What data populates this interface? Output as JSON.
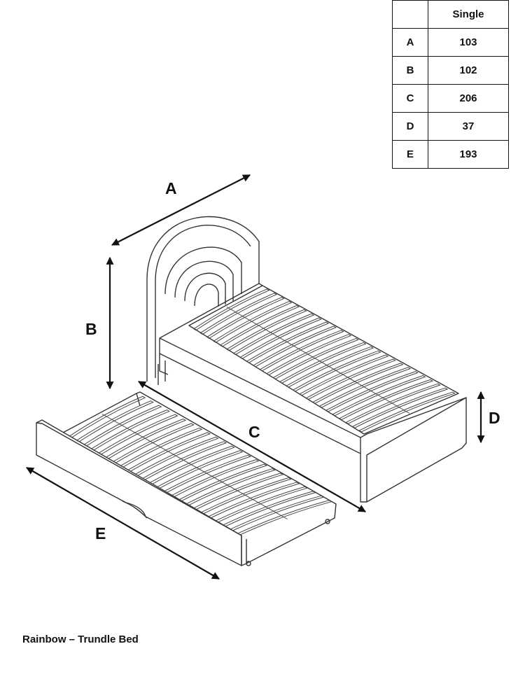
{
  "table": {
    "header": [
      "",
      "Single"
    ],
    "rows": [
      {
        "label": "A",
        "value": "103"
      },
      {
        "label": "B",
        "value": "102"
      },
      {
        "label": "C",
        "value": "206"
      },
      {
        "label": "D",
        "value": "37"
      },
      {
        "label": "E",
        "value": "193"
      }
    ]
  },
  "labels": {
    "a": "A",
    "b": "B",
    "c": "C",
    "d": "D",
    "e": "E"
  },
  "caption": "Rainbow – Trundle Bed"
}
